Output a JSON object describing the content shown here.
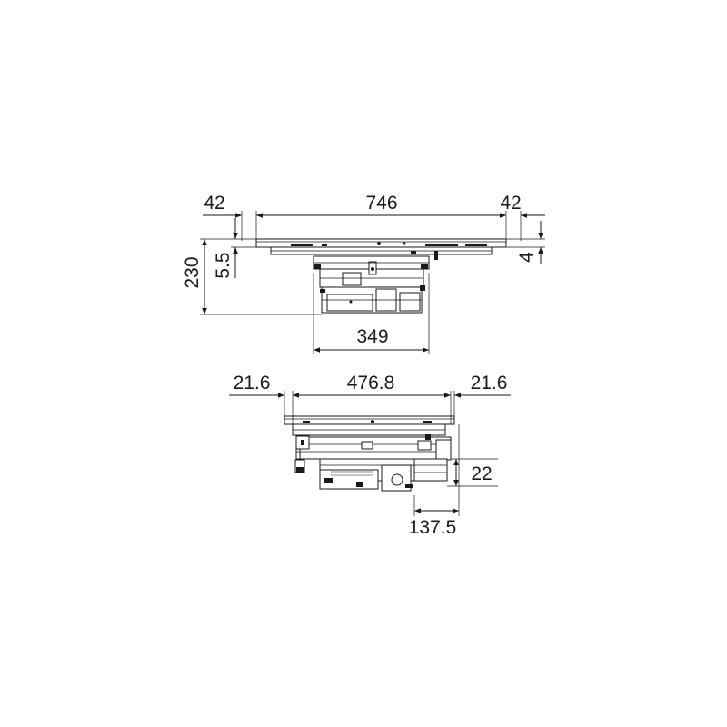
{
  "top_view": {
    "dims": {
      "left_overhang": "42",
      "width": "746",
      "right_overhang": "42",
      "total_height": "230",
      "glass_height": "5.5",
      "frame_height": "4",
      "box_width": "349"
    }
  },
  "side_view": {
    "dims": {
      "left_margin": "21.6",
      "depth": "476.8",
      "right_margin": "21.6",
      "offset_height": "22",
      "offset_depth": "137.5"
    }
  },
  "colors": {
    "line": "#1a1a1a",
    "background": "#ffffff"
  }
}
